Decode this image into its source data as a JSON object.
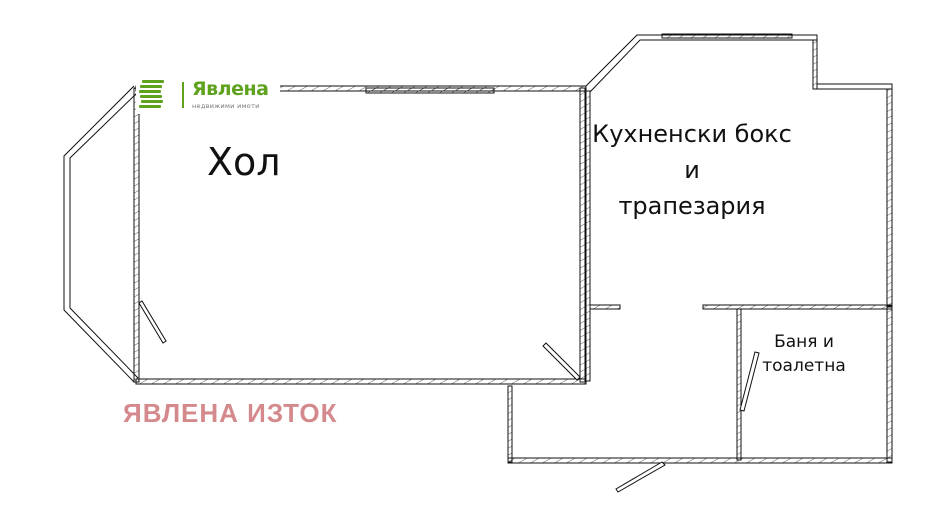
{
  "logo": {
    "name": "Явлена",
    "tagline": "недвижими имоти",
    "icon": "stacked-stripes-logo-icon",
    "color": "#5ea21e"
  },
  "watermark": {
    "text": "ЯВЛЕНА ИЗТОК",
    "color": "#d48a8d"
  },
  "rooms": [
    {
      "id": "hall",
      "label": "Хол"
    },
    {
      "id": "kitchen",
      "label_lines": [
        "Кухненски бокс",
        "и",
        "трапезария"
      ]
    },
    {
      "id": "bathroom",
      "label_lines": [
        "Баня и",
        "тоалетна"
      ]
    }
  ],
  "plan": {
    "wall_color": "#1a1a1a",
    "background": "#ffffff"
  }
}
